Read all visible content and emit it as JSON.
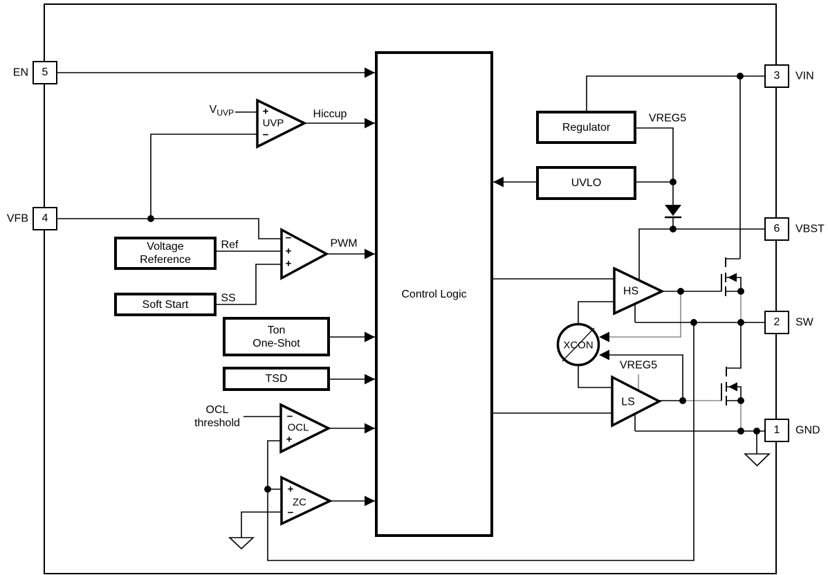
{
  "pins": {
    "en": {
      "name": "EN",
      "number": "5"
    },
    "vfb": {
      "name": "VFB",
      "number": "4"
    },
    "vin": {
      "name": "VIN",
      "number": "3"
    },
    "vbst": {
      "name": "VBST",
      "number": "6"
    },
    "sw": {
      "name": "SW",
      "number": "2"
    },
    "gnd": {
      "name": "GND",
      "number": "1"
    }
  },
  "blocks": {
    "control_logic": {
      "label": "Control Logic"
    },
    "regulator": {
      "label": "Regulator"
    },
    "uvlo": {
      "label": "UVLO"
    },
    "voltage_reference": {
      "lines": [
        "Voltage",
        "Reference"
      ]
    },
    "soft_start": {
      "label": "Soft Start"
    },
    "ton_one_shot": {
      "lines": [
        "Ton",
        "One-Shot"
      ]
    },
    "tsd": {
      "label": "TSD"
    }
  },
  "comparators": {
    "uvp": {
      "label": "UVP",
      "plus": "+",
      "minus": "−",
      "input_base": "V",
      "input_sub": "UVP",
      "output_label": "Hiccup"
    },
    "pwm": {
      "minus": "−",
      "plus1": "+",
      "plus2": "+",
      "ref_label": "Ref",
      "ss_label": "SS",
      "output_label": "PWM"
    },
    "ocl": {
      "label": "OCL",
      "minus": "−",
      "plus": "+",
      "threshold_lines": [
        "OCL",
        "threshold"
      ]
    },
    "zc": {
      "label": "ZC",
      "plus": "+",
      "minus": "−"
    }
  },
  "drivers": {
    "hs": {
      "label": "HS"
    },
    "ls": {
      "label": "LS"
    },
    "xcon": {
      "label": "XCON"
    }
  },
  "nets": {
    "vreg5_top": "VREG5",
    "vreg5_ls": "VREG5"
  },
  "colors": {
    "wire": "#000000",
    "gray_wire": "#8c8c8c",
    "background": "#ffffff",
    "text": "#000000"
  }
}
